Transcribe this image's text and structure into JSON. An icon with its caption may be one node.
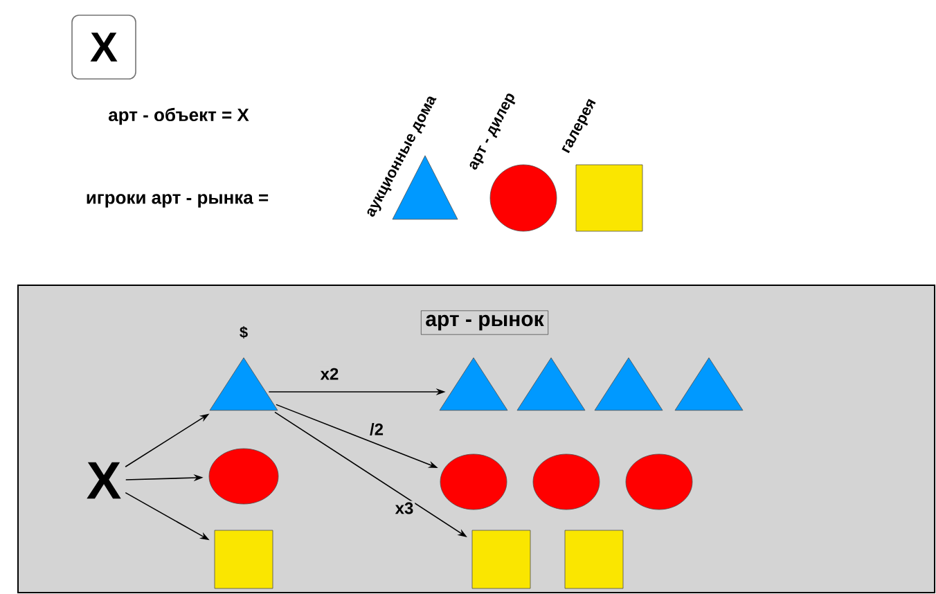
{
  "diagram": {
    "nodes": [
      {
        "text": [
          "X"
        ]
      },
      {
        "text": [],
        "shape": "triangle",
        "beside": [
          "аукционные дома"
        ]
      },
      {
        "text": [],
        "shape": "circle",
        "beside": [
          "арт - дилер"
        ]
      },
      {
        "text": [],
        "shape": "box",
        "beside": [
          "галерея"
        ]
      },
      {
        "text": [],
        "shape": "box"
      },
      {
        "text": [
          "арт - рынок"
        ],
        "in": 4
      },
      {
        "text": [
          "X"
        ],
        "in": 4
      },
      {
        "text": [],
        "shape": "triangle",
        "beside": [
          "$"
        ],
        "in": 4
      },
      {
        "text": [],
        "shape": "circle",
        "in": 4
      },
      {
        "text": [],
        "shape": "box",
        "in": 4
      },
      {
        "text": [],
        "shape": "triangle",
        "in": 4
      },
      {
        "text": [],
        "shape": "triangle",
        "in": 4
      },
      {
        "text": [],
        "shape": "triangle",
        "in": 4
      },
      {
        "text": [],
        "shape": "triangle",
        "in": 4
      },
      {
        "text": [],
        "shape": "circle",
        "in": 4
      },
      {
        "text": [],
        "shape": "circle",
        "in": 4
      },
      {
        "text": [],
        "shape": "circle",
        "in": 4
      },
      {
        "text": [],
        "shape": "box",
        "in": 4
      },
      {
        "text": [],
        "shape": "box",
        "in": 4
      }
    ],
    "edges": [
      {
        "from": 6,
        "to": 7,
        "arrow": "to"
      },
      {
        "from": 6,
        "to": 8,
        "arrow": "to"
      },
      {
        "from": 6,
        "to": 9,
        "arrow": "to"
      },
      {
        "from": 7,
        "to": 10,
        "arrow": "to",
        "label": "x2"
      },
      {
        "from": 7,
        "to": 14,
        "arrow": "to",
        "label": "/2"
      },
      {
        "from": 7,
        "to": 17,
        "arrow": "to",
        "label": "x3"
      }
    ],
    "labels": [
      "арт - объект = X",
      "игроки арт - рынка ="
    ]
  }
}
